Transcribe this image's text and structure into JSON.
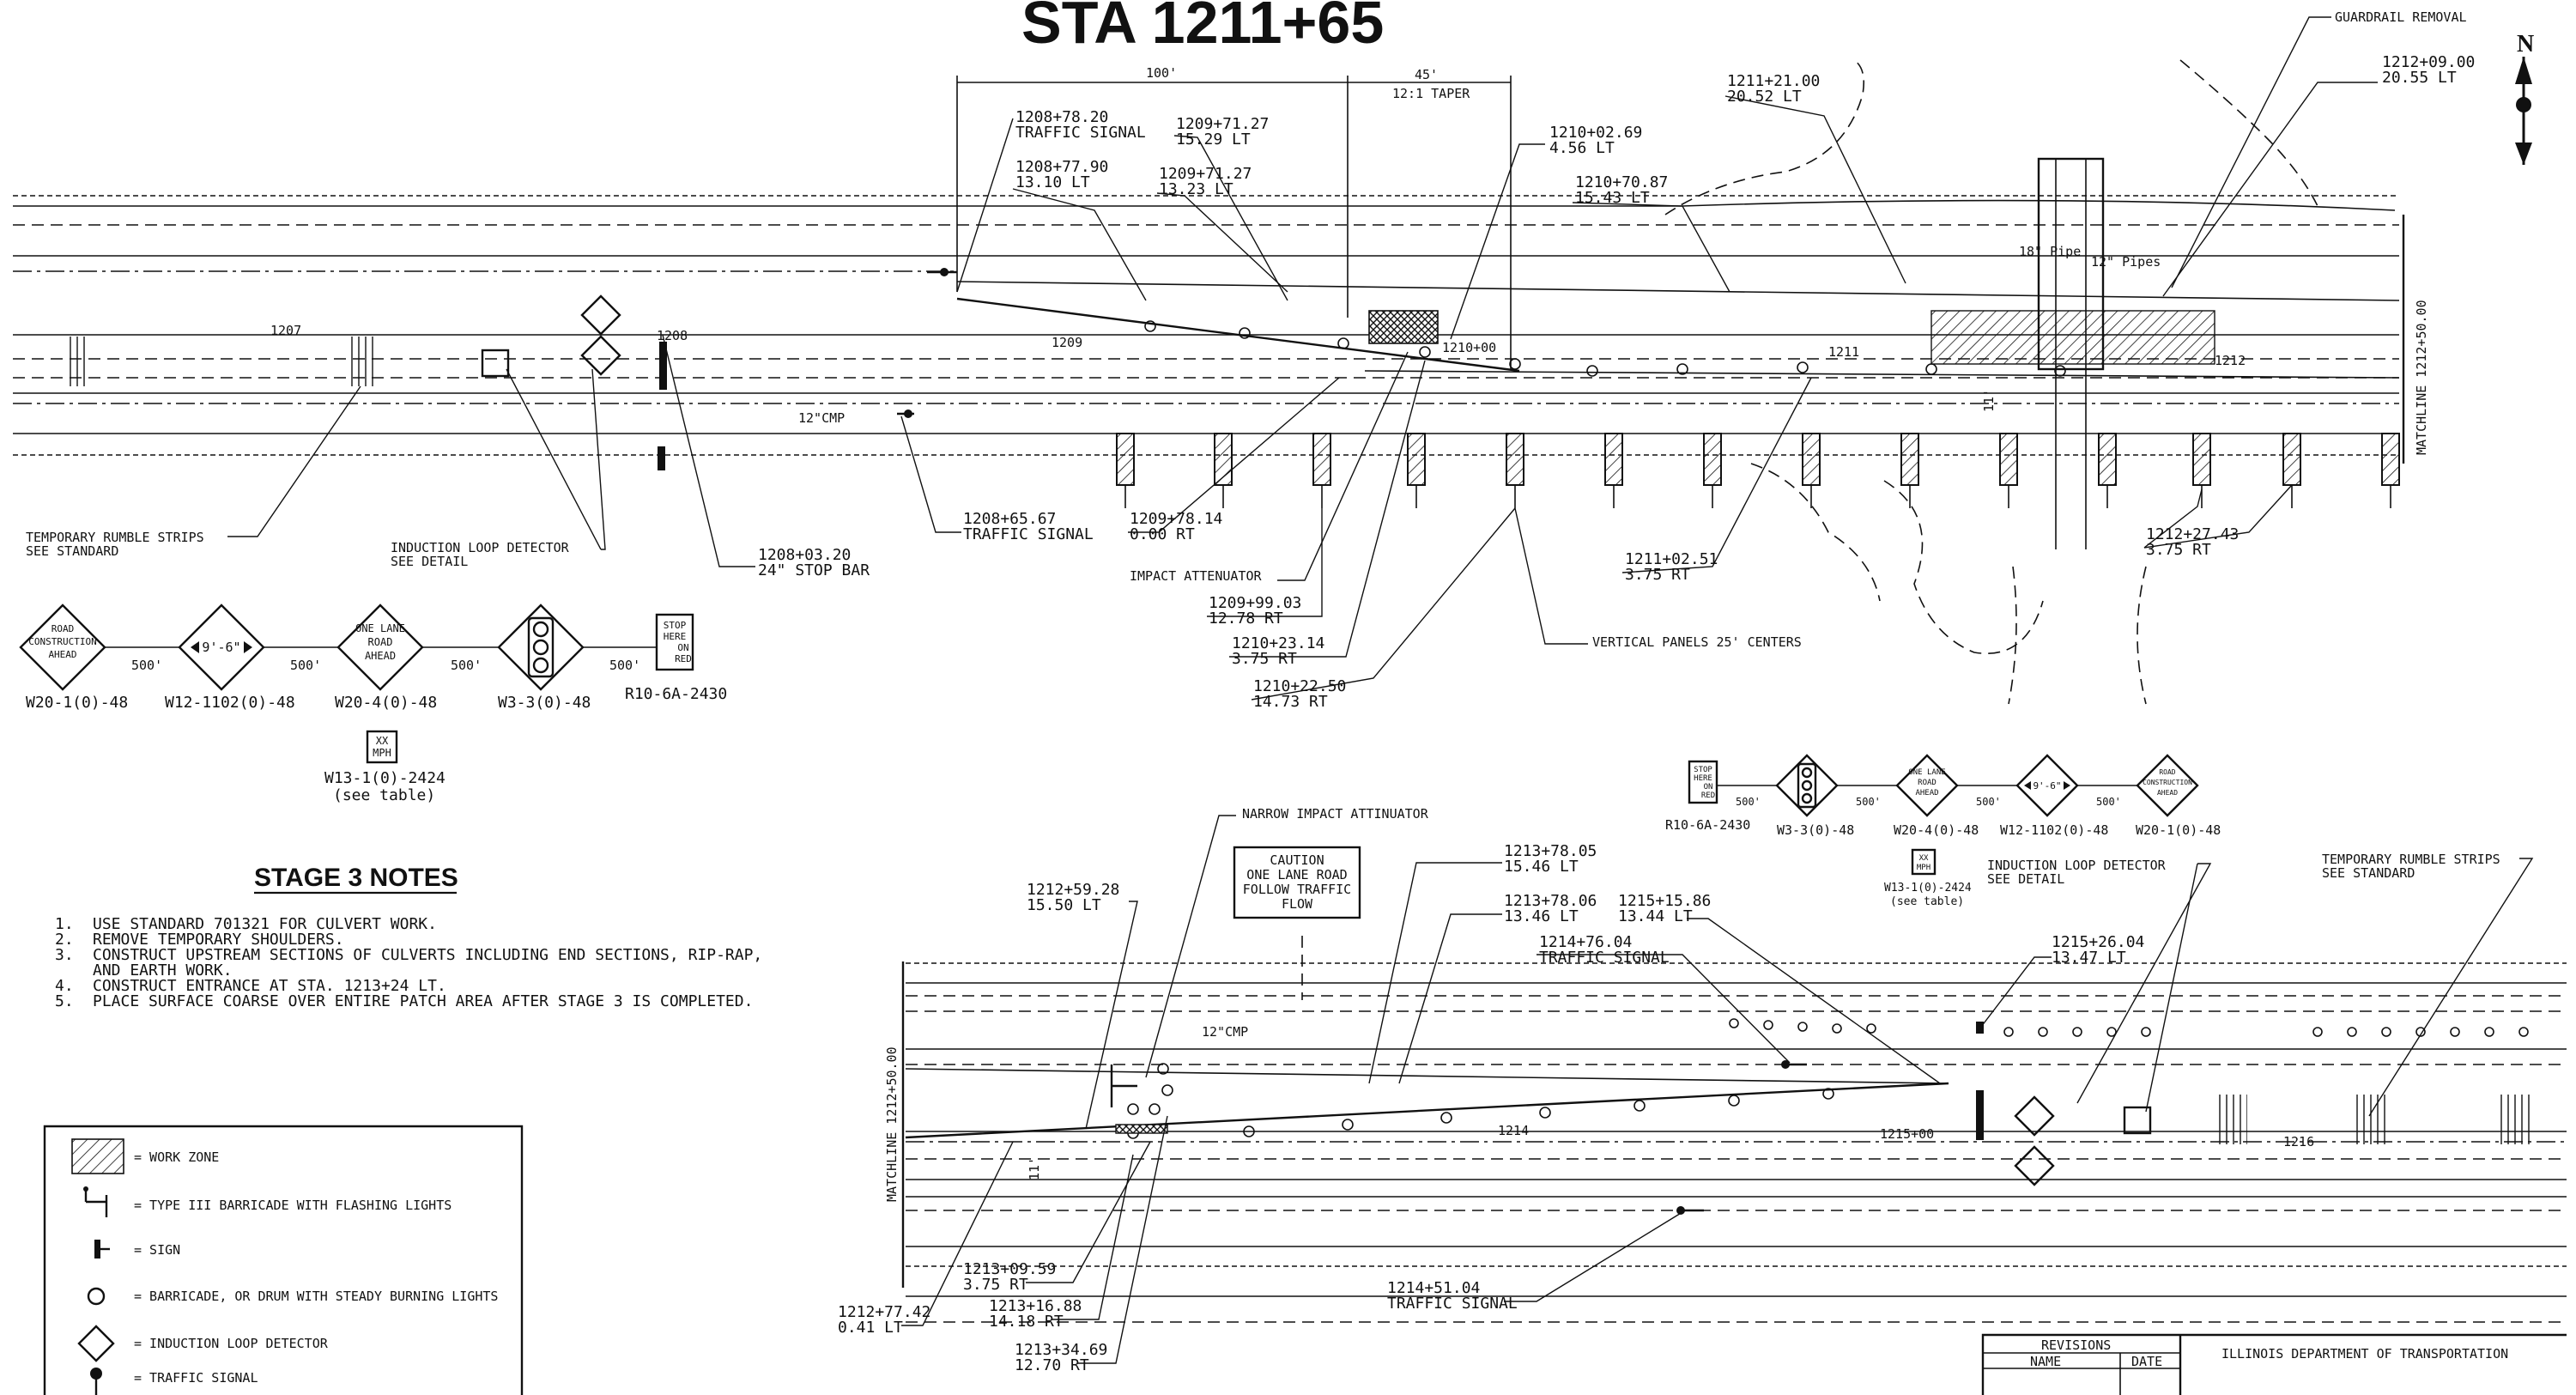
{
  "title": "STA  1211+65",
  "north_label": "N",
  "dimensions": {
    "d100": "100'",
    "d45": "45'",
    "taper": "12:1 TAPER"
  },
  "top_callouts": {
    "c1": [
      "1208+78.20",
      "TRAFFIC SIGNAL"
    ],
    "c2": [
      "1208+77.90",
      "13.10 LT"
    ],
    "c3": [
      "1209+71.27",
      "15.29 LT"
    ],
    "c4": [
      "1209+71.27",
      "13.23 LT"
    ],
    "c5": [
      "1210+02.69",
      "4.56 LT"
    ],
    "c6": [
      "1210+70.87",
      "15.43 LT"
    ],
    "c7": [
      "1211+21.00",
      "20.52 LT"
    ],
    "c8": [
      "1212+09.00",
      "20.55 LT"
    ],
    "c9": "GUARDRAIL REMOVAL",
    "c10": [
      "1208+65.67",
      "TRAFFIC SIGNAL"
    ],
    "c11": [
      "1209+78.14",
      "0.00 RT"
    ],
    "c12": "IMPACT ATTENUATOR",
    "c13": [
      "1209+99.03",
      "12.78 RT"
    ],
    "c14": [
      "1210+23.14",
      "3.75 RT"
    ],
    "c15": [
      "1210+22.50",
      "14.73 RT"
    ],
    "c16": [
      "1211+02.51",
      "3.75 RT"
    ],
    "c17": "VERTICAL PANELS 25' CENTERS",
    "c18": [
      "1212+27.43",
      "3.75 RT"
    ],
    "c19": [
      "1208+03.20",
      "24\" STOP BAR"
    ],
    "c20": [
      "TEMPORARY RUMBLE STRIPS",
      "SEE STANDARD"
    ],
    "c21": [
      "INDUCTION LOOP DETECTOR",
      "SEE DETAIL"
    ],
    "pipe": "12\"CMP",
    "pipe_b": "18\" Pipe",
    "pipe_c": "12\" Pipes",
    "lane_width": "11'",
    "stations": {
      "s1207": "1207",
      "s1208": "1208",
      "s1209": "1209",
      "s1210": "1210+00",
      "s1211": "1211",
      "s1212": "1212"
    },
    "matchline": "MATCHLINE 1212+50.00"
  },
  "sign_row_top": {
    "signs": [
      {
        "code": "W20-1(0)-48",
        "text": [
          "ROAD",
          "CONSTRUCTION",
          "AHEAD"
        ]
      },
      {
        "code": "W12-1102(0)-48",
        "text": [
          "9'-6\""
        ]
      },
      {
        "code": "W20-4(0)-48",
        "text": [
          "ONE LANE",
          "ROAD",
          "AHEAD"
        ]
      },
      {
        "code": "W3-3(0)-48",
        "text": []
      },
      {
        "code": "R10-6A-2430",
        "text": [
          "STOP",
          "HERE",
          "ON",
          "RED"
        ]
      }
    ],
    "spacing": "500'",
    "speed_sign": {
      "text": [
        "XX",
        "MPH"
      ],
      "code": "W13-1(0)-2424",
      "note": "(see table)"
    }
  },
  "notes": {
    "heading": "STAGE 3 NOTES",
    "items": [
      {
        "n": "1.",
        "lines": [
          "USE STANDARD 701321 FOR CULVERT WORK."
        ]
      },
      {
        "n": "2.",
        "lines": [
          "REMOVE TEMPORARY SHOULDERS."
        ]
      },
      {
        "n": "3.",
        "lines": [
          "CONSTRUCT UPSTREAM SECTIONS OF CULVERTS INCLUDING END SECTIONS, RIP-RAP,",
          "AND EARTH WORK."
        ]
      },
      {
        "n": "4.",
        "lines": [
          "CONSTRUCT ENTRANCE AT STA. 1213+24 LT."
        ]
      },
      {
        "n": "5.",
        "lines": [
          "PLACE SURFACE COARSE OVER ENTIRE PATCH AREA AFTER STAGE 3 IS COMPLETED."
        ]
      }
    ]
  },
  "legend": {
    "items": [
      "= WORK ZONE",
      "= TYPE III BARRICADE WITH FLASHING LIGHTS",
      "= SIGN",
      "= BARRICADE, OR DRUM WITH STEADY BURNING LIGHTS",
      "= INDUCTION LOOP DETECTOR",
      "= TRAFFIC SIGNAL"
    ]
  },
  "bottom_callouts": {
    "narrow": "NARROW IMPACT ATTINUATOR",
    "caution": [
      "CAUTION",
      "ONE LANE ROAD",
      "FOLLOW TRAFFIC",
      "FLOW"
    ],
    "b1": [
      "1212+59.28",
      "15.50 LT"
    ],
    "b2": [
      "1213+78.05",
      "15.46 LT"
    ],
    "b3": [
      "1213+78.06",
      "13.46 LT"
    ],
    "b4": [
      "1215+15.86",
      "13.44 LT"
    ],
    "b5": [
      "1214+76.04",
      "TRAFFIC SIGNAL"
    ],
    "b6": [
      "1215+26.04",
      "13.47 LT"
    ],
    "b7": [
      "INDUCTION LOOP DETECTOR",
      "SEE DETAIL"
    ],
    "b8": [
      "TEMPORARY RUMBLE STRIPS",
      "SEE STANDARD"
    ],
    "b9": [
      "1213+09.59",
      "3.75 RT"
    ],
    "b10": [
      "1213+16.88",
      "14.18 RT"
    ],
    "b11": [
      "1213+34.69",
      "12.70 RT"
    ],
    "b12": [
      "1212+77.42",
      "0.41 LT"
    ],
    "b13": [
      "1214+51.04",
      "TRAFFIC SIGNAL"
    ],
    "pipe": "12\"CMP",
    "lane_width": "11'",
    "matchline": "MATCHLINE 1212+50.00",
    "stations": {
      "s1214": "1214",
      "s1215": "1215+00",
      "s1216": "1216"
    }
  },
  "sign_row_bottom": {
    "signs": [
      {
        "code": "R10-6A-2430",
        "text": [
          "STOP",
          "HERE",
          "ON",
          "RED"
        ]
      },
      {
        "code": "W3-3(0)-48",
        "text": []
      },
      {
        "code": "W20-4(0)-48",
        "text": [
          "ONE LANE",
          "ROAD",
          "AHEAD"
        ]
      },
      {
        "code": "W12-1102(0)-48",
        "text": [
          "9'-6\""
        ]
      },
      {
        "code": "W20-1(0)-48",
        "text": [
          "ROAD",
          "CONSTRUCTION",
          "AHEAD"
        ]
      }
    ],
    "spacing": "500'",
    "speed_sign": {
      "text": [
        "XX",
        "MPH"
      ],
      "code": "W13-1(0)-2424",
      "note": "(see table)"
    }
  },
  "title_block": {
    "revisions": "REVISIONS",
    "name": "NAME",
    "date": "DATE",
    "agency": "ILLINOIS DEPARTMENT OF TRANSPORTATION"
  }
}
